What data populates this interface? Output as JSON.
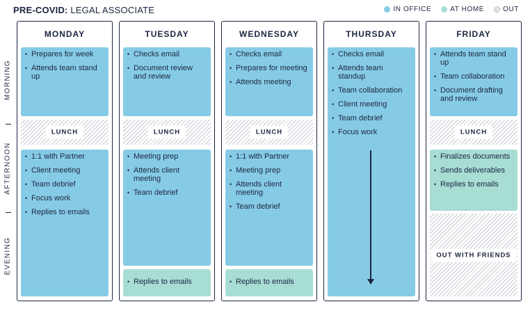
{
  "header": {
    "title_bold": "PRE-COVID:",
    "title_rest": "LEGAL ASSOCIATE"
  },
  "legend": [
    {
      "label": "IN OFFICE",
      "color": "#86cbe6"
    },
    {
      "label": "AT HOME",
      "color": "#a8ddd4"
    },
    {
      "label": "OUT",
      "color": "hatch"
    }
  ],
  "axis": {
    "morning": "MORNING",
    "afternoon": "AFTERNOON",
    "evening": "EVENING"
  },
  "days": [
    {
      "name": "MONDAY",
      "morning": [
        "Prepares for week",
        "Attends team stand up"
      ],
      "lunch": "LUNCH",
      "afternoon": [
        "1:1 with Partner",
        "Client meeting",
        "Team debrief",
        "Focus work",
        "Replies to emails"
      ]
    },
    {
      "name": "TUESDAY",
      "morning": [
        "Checks email",
        "Document review and review"
      ],
      "lunch": "LUNCH",
      "afternoon": [
        "Meeting prep",
        "Attends client meeting",
        "Team debrief"
      ],
      "evening": [
        "Replies to emails"
      ]
    },
    {
      "name": "WEDNESDAY",
      "morning": [
        "Checks email",
        "Prepares for meeting",
        "Attends meeting"
      ],
      "lunch": "LUNCH",
      "afternoon": [
        "1:1 with Partner",
        "Meeting prep",
        "Attends client meeting",
        "Team debrief"
      ],
      "evening": [
        "Replies to emails"
      ]
    },
    {
      "name": "THURSDAY",
      "allday": [
        "Checks email",
        "Attends team standup",
        "Team collaboration",
        "Client meeting",
        "Team debrief",
        "Focus work"
      ]
    },
    {
      "name": "FRIDAY",
      "morning": [
        "Attends team stand up",
        "Team collaboration",
        "Document drafting and review"
      ],
      "lunch": "LUNCH",
      "afternoon": [
        "Finalizes documents",
        "Sends deliverables",
        "Replies to emails"
      ],
      "evening_out": "OUT WITH FRIENDS"
    }
  ]
}
